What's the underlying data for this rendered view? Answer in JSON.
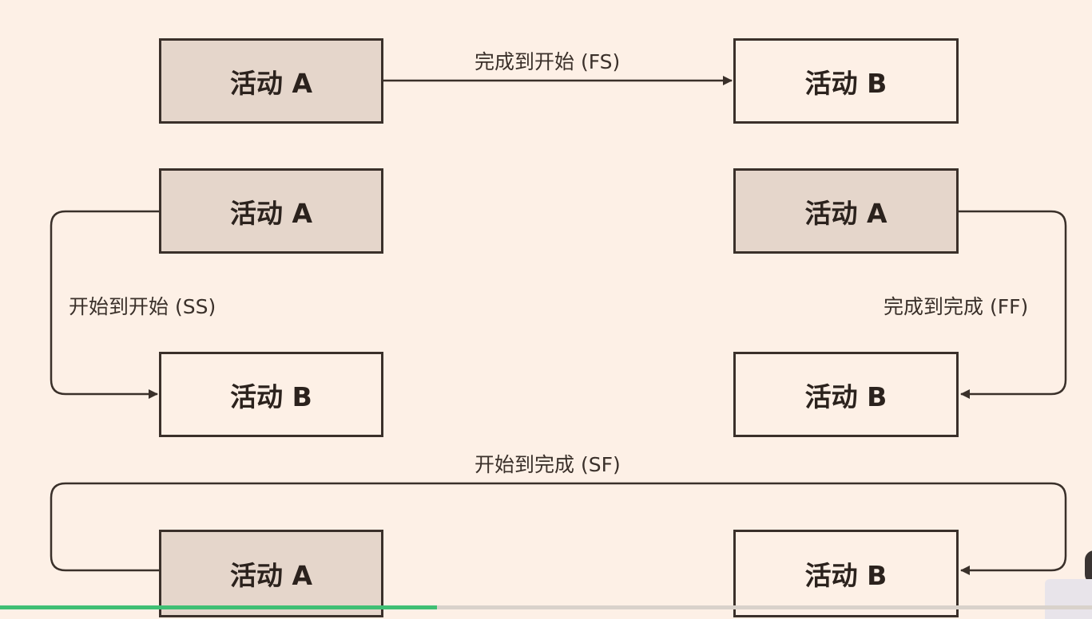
{
  "diagram": {
    "rows": [
      {
        "relation_label": "完成到开始 (FS)",
        "activity_a": "活动 A",
        "activity_b": "活动 B"
      },
      {
        "relation_label": "开始到开始 (SS)",
        "activity_a": "活动 A",
        "activity_b": "活动 B"
      },
      {
        "relation_label": "完成到完成 (FF)",
        "activity_a": "活动 A",
        "activity_b": "活动 B"
      },
      {
        "relation_label": "开始到完成 (SF)",
        "activity_a": "活动 A",
        "activity_b": "活动 B"
      }
    ]
  },
  "colors": {
    "background": "#fdf0e6",
    "activity_a_fill": "#e5d6cb",
    "activity_b_fill": "#fdf0e6",
    "stroke": "#3a302a",
    "progress": "#3fbf74"
  },
  "video_progress": 0.4
}
